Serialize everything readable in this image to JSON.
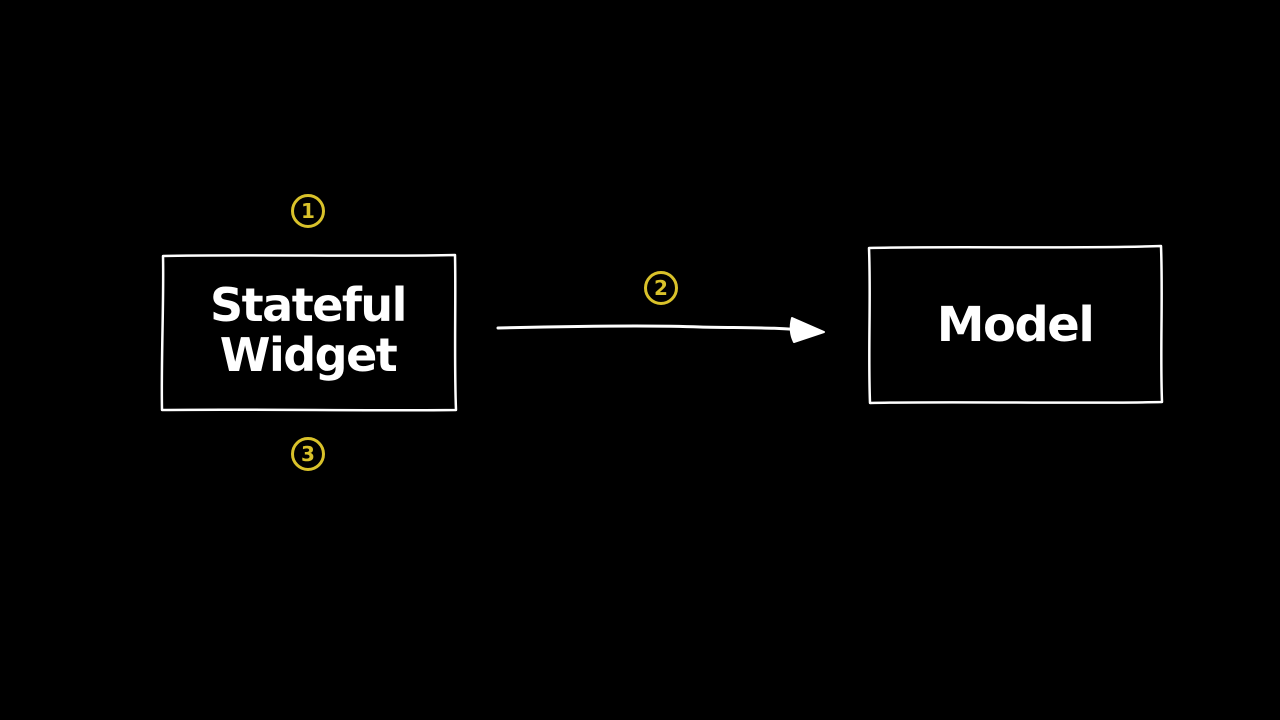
{
  "colors": {
    "background": "#000000",
    "stroke": "#ffffff",
    "accent": "#d9c22a"
  },
  "nodes": {
    "stateful_widget": {
      "label_line1": "Stateful",
      "label_line2": "Widget"
    },
    "model": {
      "label": "Model"
    }
  },
  "steps": [
    {
      "number": "1"
    },
    {
      "number": "2"
    },
    {
      "number": "3"
    }
  ]
}
